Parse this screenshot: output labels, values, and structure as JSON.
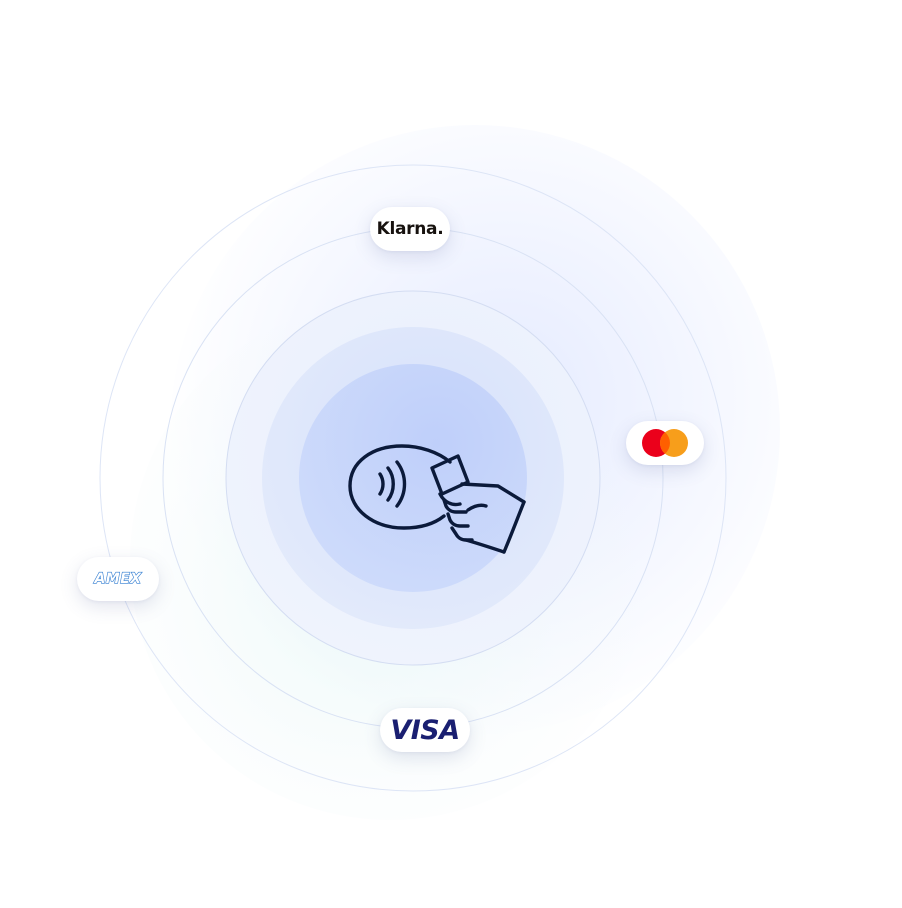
{
  "providers": {
    "klarna": {
      "label": "Klarna."
    },
    "mastercard": {
      "icon": "mastercard-icon",
      "colors": {
        "left": "#eb001b",
        "right": "#f79e1b",
        "overlap": "#ff5f00"
      }
    },
    "amex": {
      "label": "AMEX",
      "color": "#2f7bd0"
    },
    "visa": {
      "label": "VISA",
      "color": "#1a1f71"
    }
  },
  "center": {
    "icon": "contactless-payment-icon",
    "stroke_color": "#0b1a3a"
  },
  "colors": {
    "inner_disc": "#c5d3fb",
    "ring_stroke": "#dbe3f5"
  }
}
